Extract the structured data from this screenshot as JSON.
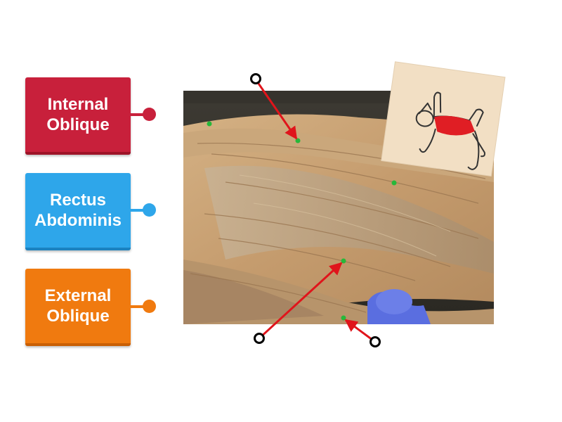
{
  "labels": [
    {
      "line1": "Internal",
      "line2": "Oblique",
      "color": "#c8203b"
    },
    {
      "line1": "Rectus",
      "line2": "Abdominis",
      "color": "#2ea6ea"
    },
    {
      "line1": "External",
      "line2": "Oblique",
      "color": "#f07a0f"
    }
  ],
  "colors": {
    "pointer": "#e0141b",
    "marker_pin": "#27b83a",
    "tissue": "#c9a37a",
    "glove": "#5a6ee0"
  }
}
